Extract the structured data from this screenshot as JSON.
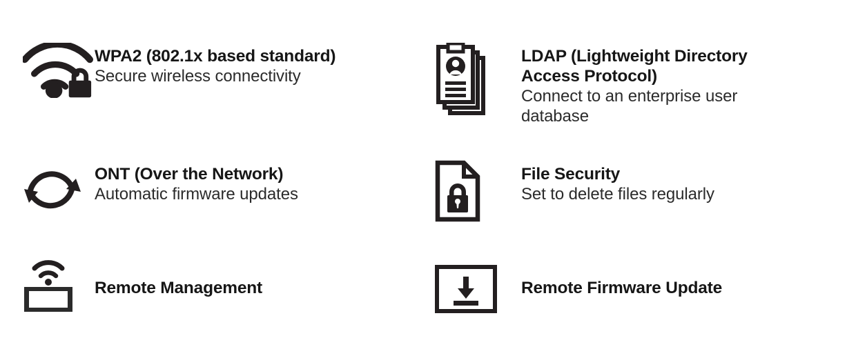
{
  "page": {
    "background_color": "#ffffff",
    "text_color": "#161616",
    "icon_color": "#231f20",
    "layout": "2-column x 3-row feature grid"
  },
  "features": [
    {
      "id": "wpa2",
      "icon": "wifi-lock-icon",
      "title": "WPA2 (802.1x based standard)",
      "description": "Secure wireless connectivity"
    },
    {
      "id": "ldap",
      "icon": "id-card-stack-icon",
      "title": "LDAP (Lightweight Directory\nAccess Protocol)",
      "description": "Connect to an enterprise user database"
    },
    {
      "id": "ont",
      "icon": "circular-refresh-icon",
      "title": "ONT (Over the Network)",
      "description": "Automatic firmware updates"
    },
    {
      "id": "file-security",
      "icon": "document-lock-icon",
      "title": "File Security",
      "description": "Set to delete files regularly"
    },
    {
      "id": "remote-management",
      "icon": "monitor-wifi-icon",
      "title": "Remote Management",
      "description": ""
    },
    {
      "id": "remote-firmware-update",
      "icon": "download-box-icon",
      "title": "Remote Firmware Update",
      "description": ""
    }
  ]
}
